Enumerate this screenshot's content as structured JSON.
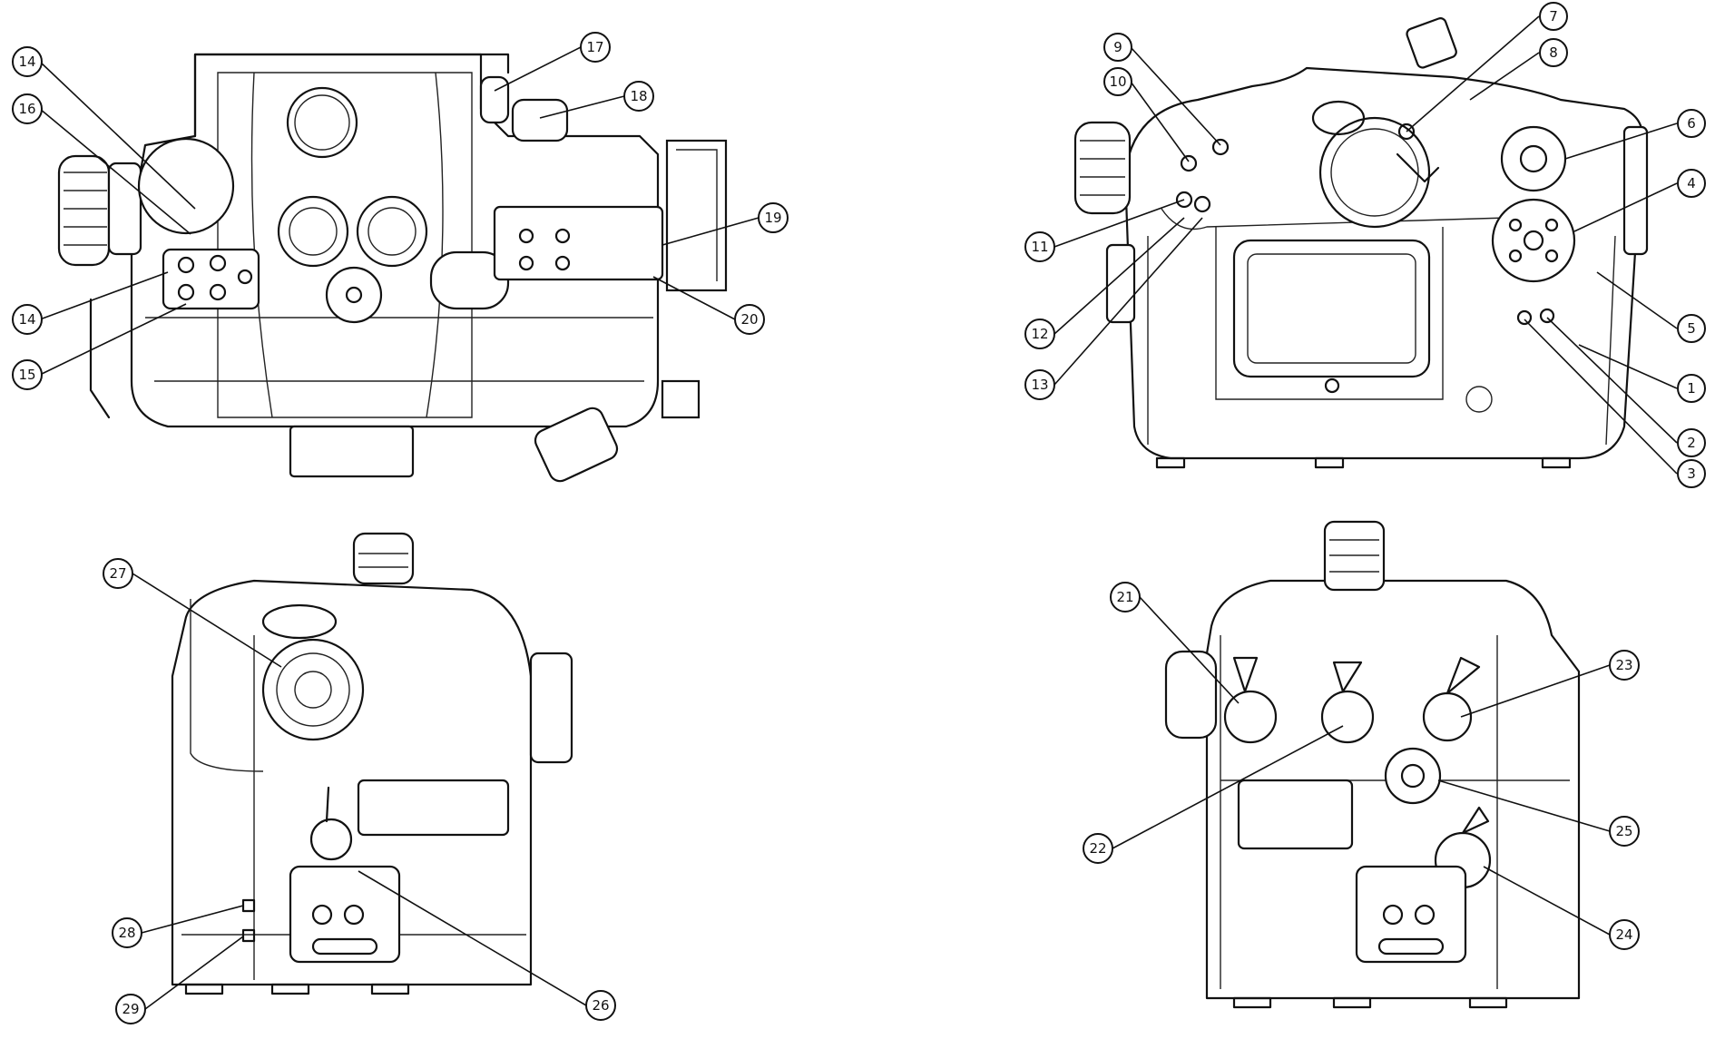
{
  "figure": {
    "views": [
      {
        "id": "top-view",
        "callouts": [
          "14",
          "16",
          "14",
          "15",
          "17",
          "18",
          "19",
          "20"
        ]
      },
      {
        "id": "back-view",
        "callouts": [
          "9",
          "10",
          "11",
          "12",
          "13",
          "7",
          "8",
          "6",
          "4",
          "5",
          "1",
          "2",
          "3"
        ]
      },
      {
        "id": "left-side-view",
        "callouts": [
          "27",
          "28",
          "29",
          "26"
        ]
      },
      {
        "id": "right-side-view",
        "callouts": [
          "21",
          "22",
          "23",
          "25",
          "24"
        ]
      }
    ]
  },
  "labels": {
    "c14a": "14",
    "c16": "16",
    "c14b": "14",
    "c15": "15",
    "c17": "17",
    "c18": "18",
    "c19": "19",
    "c20": "20",
    "c9": "9",
    "c10": "10",
    "c11": "11",
    "c12": "12",
    "c13": "13",
    "c7": "7",
    "c8": "8",
    "c6": "6",
    "c4": "4",
    "c5": "5",
    "c1": "1",
    "c2": "2",
    "c3": "3",
    "c27": "27",
    "c28": "28",
    "c29": "29",
    "c26": "26",
    "c21": "21",
    "c22": "22",
    "c23": "23",
    "c25": "25",
    "c24": "24"
  }
}
